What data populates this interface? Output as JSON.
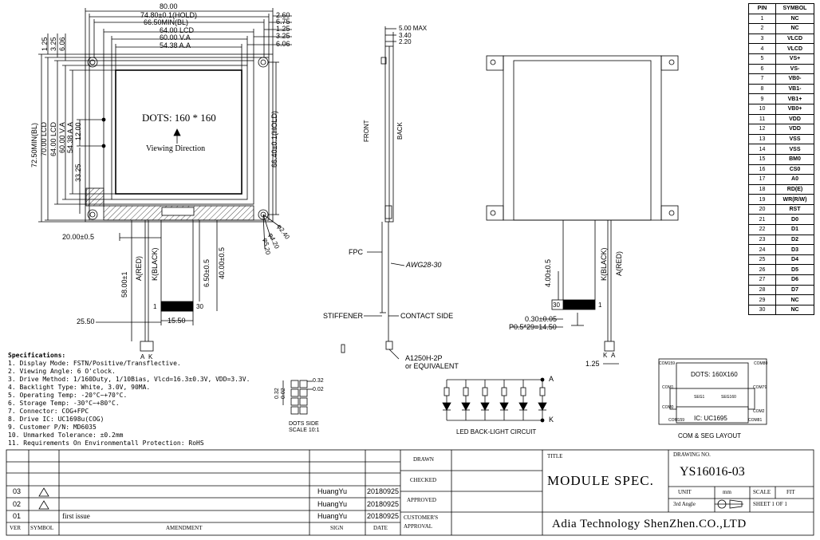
{
  "front_view": {
    "top_dims": [
      "80.00",
      "74.80±0.1(HOLD)",
      "66.50MIN(BL)",
      "64.00 LCD",
      "60.00 V.A",
      "54.38 A.A"
    ],
    "right_top_dims": [
      "2.60",
      "6.75",
      "1.25",
      "3.25",
      "6.06"
    ],
    "left_top_dims": [
      "1.25",
      "3.25",
      "6.06"
    ],
    "left_dims": [
      "72.50MIN(BL)",
      "70.00 LCD",
      "64.00 LCD",
      "60.00 V.A",
      "54.38 A.A",
      "12.00",
      "33.25"
    ],
    "right_dim": "66.40±0.1(HOLD)",
    "hole_dims": [
      "φ2.40",
      "φ4.20",
      "φ5.20"
    ],
    "dots_label": "DOTS:  160 * 160",
    "viewing_label": "Viewing Direction",
    "fpc_dims": [
      "20.00±0.5",
      "6.50±0.5",
      "40.00±0.5",
      "58.00±1",
      "25.50",
      "15.50"
    ],
    "wire_labels": [
      "A(RED)",
      "K(BLACK)"
    ],
    "fpc_pins": [
      "1",
      "30"
    ],
    "connector_labels": [
      "A",
      "K"
    ]
  },
  "side_view": {
    "dims": [
      "5.00 MAX",
      "3.40",
      "2.20"
    ],
    "front_label": "FRONT",
    "back_label": "BACK",
    "callouts": [
      "FPC",
      "AWG28-30",
      "STIFFENER",
      "CONTACT SIDE",
      "A1250H-2P",
      "or EQUIVALENT"
    ]
  },
  "back_view": {
    "wire_labels": [
      "K(BLACK)",
      "A(RED)"
    ],
    "dims": [
      "4.00±0.5",
      "0.30±0.05",
      "P0.5*29=14.50",
      "1.25"
    ],
    "fpc_pins": [
      "30",
      "1"
    ],
    "connector_labels": [
      "K",
      "A"
    ]
  },
  "pin_table": {
    "headers": [
      "PIN",
      "SYMBOL"
    ],
    "rows": [
      [
        "1",
        "NC"
      ],
      [
        "2",
        "NC"
      ],
      [
        "3",
        "VLCD"
      ],
      [
        "4",
        "VLCD"
      ],
      [
        "5",
        "VS+"
      ],
      [
        "6",
        "VS-"
      ],
      [
        "7",
        "VB0-"
      ],
      [
        "8",
        "VB1-"
      ],
      [
        "9",
        "VB1+"
      ],
      [
        "10",
        "VB0+"
      ],
      [
        "11",
        "VDD"
      ],
      [
        "12",
        "VDD"
      ],
      [
        "13",
        "VSS"
      ],
      [
        "14",
        "VSS"
      ],
      [
        "15",
        "BM0"
      ],
      [
        "16",
        "CS0"
      ],
      [
        "17",
        "A0"
      ],
      [
        "18",
        "RD(E)"
      ],
      [
        "19",
        "WR(R/W)"
      ],
      [
        "20",
        "RST"
      ],
      [
        "21",
        "D0"
      ],
      [
        "22",
        "D1"
      ],
      [
        "23",
        "D2"
      ],
      [
        "24",
        "D3"
      ],
      [
        "25",
        "D4"
      ],
      [
        "26",
        "D5"
      ],
      [
        "27",
        "D6"
      ],
      [
        "28",
        "D7"
      ],
      [
        "29",
        "NC"
      ],
      [
        "30",
        "NC"
      ]
    ]
  },
  "specifications": {
    "title": "Specifications:",
    "items": [
      "1. Display Mode: FSTN/Positive/Transflective.",
      "2. Viewing Angle: 6 O'clock.",
      "3. Drive Method: 1/160Duty, 1/10Bias, Vlcd=16.3±0.3V, VDD=3.3V.",
      "4. Backlight Type: White, 3.0V, 90MA.",
      "5. Operating Temp: -20°C~+70°C.",
      "6. Storage Temp: -30°C~+80°C.",
      "7. Connector: COG+FPC",
      "8. Drive IC: UC1698u(COG)",
      "9. Customer P/N: MD6035",
      "10. Unmarked Tolerance: ±0.2mm",
      "11. Requirements On Environmentall Protection: RoHS"
    ]
  },
  "dots_side": {
    "dims_right": [
      "0.32",
      "0.02"
    ],
    "dims_left": [
      "0.32",
      "0.02"
    ],
    "label": "DOTS SIDE",
    "scale": "SCALE 10:1"
  },
  "led_circuit": {
    "label": "LED BACK-LIGHT CIRCUIT",
    "anode": "A",
    "cathode": "K"
  },
  "com_seg": {
    "label": "COM & SEG LAYOUT",
    "dots": "DOTS: 160X160",
    "ic": "IC: UC1695",
    "labels": [
      "COM159",
      "COM80",
      "COM1",
      "COM0",
      "COM79",
      "SEG1",
      "SEG160",
      "COM2",
      "COM159",
      "COM81"
    ]
  },
  "title_block": {
    "rows": [
      {
        "ver": "03",
        "amendment": "",
        "sign": "HuangYu",
        "date": "20180925"
      },
      {
        "ver": "02",
        "amendment": "",
        "sign": "HuangYu",
        "date": "20180925"
      },
      {
        "ver": "01",
        "amendment": "first issue",
        "sign": "HuangYu",
        "date": "20180925"
      }
    ],
    "footer": [
      "VER",
      "SYMBOL",
      "AMENDMENT",
      "SIGN",
      "DATE"
    ],
    "drawn": "DRAWN",
    "checked": "CHECKED",
    "approved": "APPROVED",
    "customer_approval_1": "CUSTOMER'S",
    "customer_approval_2": "APPROVAL",
    "title_label": "TITLE",
    "title": "MODULE  SPEC.",
    "drawing_no_label": "DRAWING  NO.",
    "drawing_no": "YS16016-03",
    "unit_label": "UNIT",
    "unit": "mm",
    "scale_label": "SCALE",
    "scale": "FIT",
    "angle": "3rd Angle",
    "sheet": "SHEET  1  OF  1",
    "company": "Adia Technology ShenZhen.CO.,LTD"
  }
}
